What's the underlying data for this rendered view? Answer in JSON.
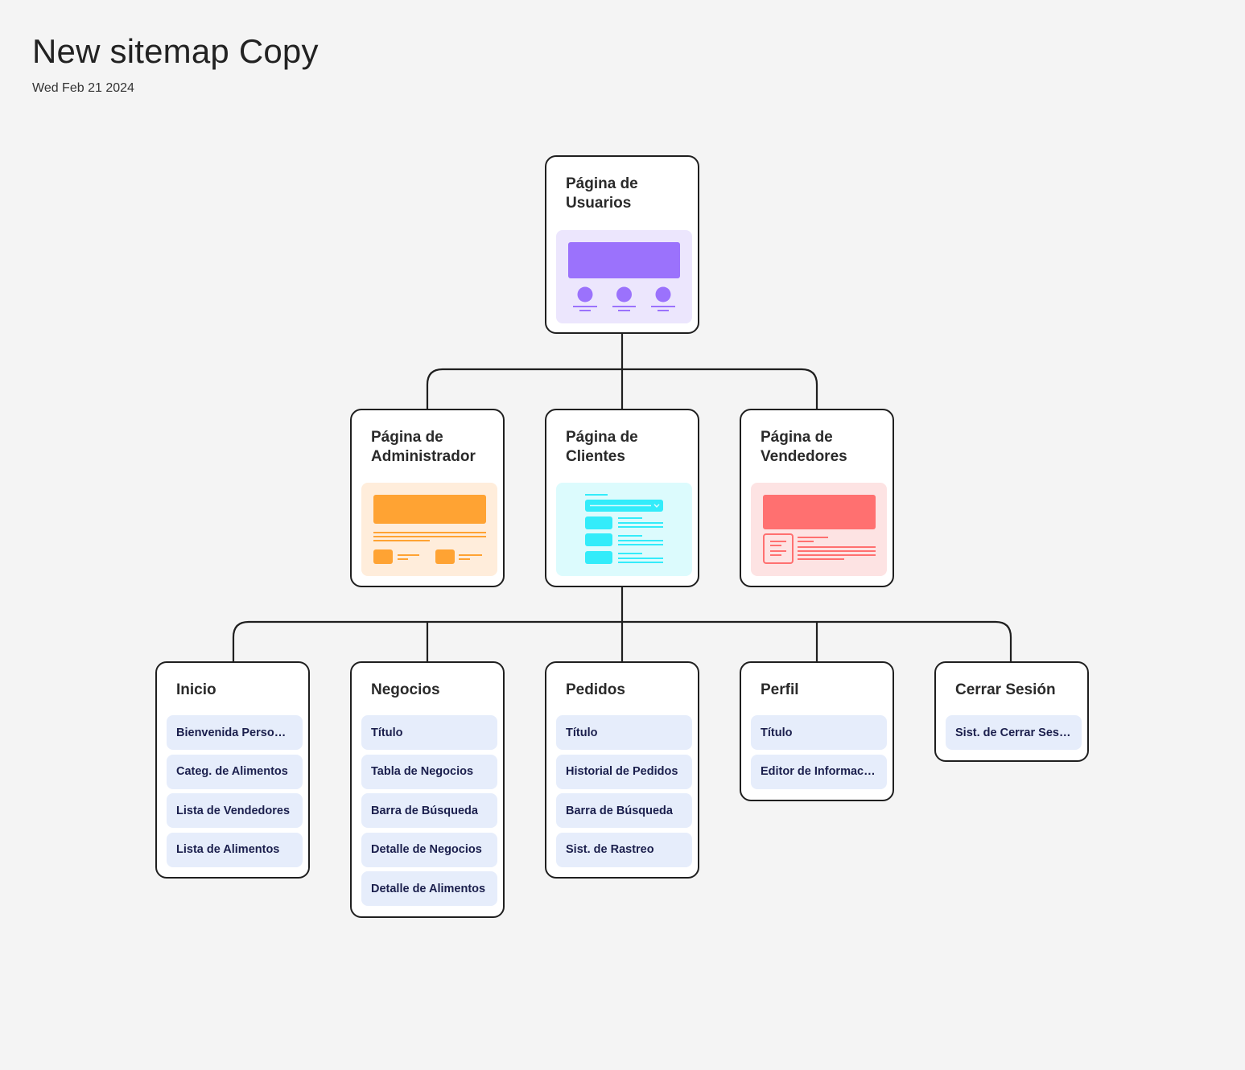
{
  "header": {
    "title": "New sitemap Copy",
    "date": "Wed Feb 21 2024"
  },
  "colors": {
    "line": "#1f1f1f",
    "purple": "#9b72fc",
    "purple_bg": "#ece6fd",
    "orange": "#ffa333",
    "orange_bg": "#ffeddb",
    "cyan": "#33ecfa",
    "cyan_bg": "#dcfbfd",
    "red": "#ff7070",
    "red_bg": "#fde3e3",
    "item_bg": "#e6edfb"
  },
  "root": {
    "title": "Página de Usuarios",
    "thumb": "users-icon"
  },
  "level1": [
    {
      "title": "Página de Administrador",
      "thumb": "dashboard-icon"
    },
    {
      "title": "Página de Clientes",
      "thumb": "list-icon"
    },
    {
      "title": "Página de Vendedores",
      "thumb": "profile-icon"
    }
  ],
  "level2": [
    {
      "title": "Inicio",
      "items": [
        "Bienvenida Personalizada",
        "Categ. de Alimentos",
        "Lista de Vendedores",
        "Lista de Alimentos"
      ]
    },
    {
      "title": "Negocios",
      "items": [
        "Título",
        "Tabla de Negocios",
        "Barra de Búsqueda",
        "Detalle de Negocios",
        "Detalle de Alimentos"
      ]
    },
    {
      "title": "Pedidos",
      "items": [
        "Título",
        "Historial de Pedidos",
        "Barra de Búsqueda",
        "Sist. de Rastreo"
      ]
    },
    {
      "title": "Perfil",
      "items": [
        "Título",
        "Editor de Información"
      ]
    },
    {
      "title": "Cerrar Sesión",
      "items": [
        "Sist. de Cerrar Sesión"
      ]
    }
  ]
}
